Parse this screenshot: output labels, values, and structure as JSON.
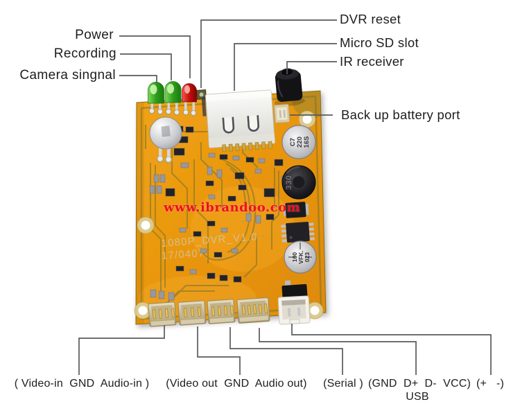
{
  "title": "1080P DVR board annotated diagram",
  "callouts": {
    "power": "Power",
    "recording": "Recording",
    "camera_signal": "Camera singnal",
    "dvr_reset": "DVR reset",
    "micro_sd": "Micro SD slot",
    "ir_receiver": "IR receiver",
    "backup_battery": "Back up battery port",
    "video_in": "( Video-in  GND  Audio-in )",
    "video_out": "(Video out  GND  Audio out)",
    "serial": "(Serial )",
    "usb_pins": "(GND  D+  D-  VCC)",
    "usb": "USB",
    "power_pins": "(+   -)"
  },
  "watermark": "www.ibrandoo.com",
  "board": {
    "silkscreen": {
      "line1": "1080P_DVR_V1.0",
      "line2": "17/0407"
    },
    "cap_c7": {
      "l1": "C7",
      "l2": "220",
      "l3": "16S"
    },
    "inductor": "330",
    "cap_100": {
      "l1": "100",
      "l2": "VFK.",
      "l3": "023"
    }
  },
  "colors": {
    "board_orange": "#e8940c",
    "trace_olive": "#6f7130",
    "led_green": "#35a41f",
    "led_red": "#cf1210",
    "watermark_red": "#ee1020",
    "callout_line": "#58595b"
  }
}
